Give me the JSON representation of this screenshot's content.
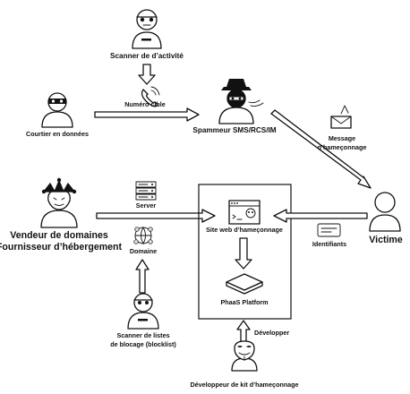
{
  "nodes": {
    "activity_scanner": "Scanner de d’activité",
    "data_broker": "Courtier en données",
    "target_number": "Numéro cible",
    "spammer": "Spammeur SMS/RCS/IM",
    "phishing_message_line1": "Message",
    "phishing_message_line2": "d’hameçonnage",
    "domain_vendor_line1": "Vendeur de domaines",
    "domain_vendor_line2": "Fournisseur d’hébergement",
    "server": "Server",
    "domain": "Domaine",
    "phishing_site": "Site web d’hameçonnage",
    "phaas_platform": "PhaaS Platform",
    "victim": "Victime",
    "credentials": "Identifiants",
    "blocklist_scanner_line1": "Scanner de listes",
    "blocklist_scanner_line2": "de blocage (blocklist)",
    "develop": "Développer",
    "kit_developer": "Développeur de kit d’hameçonnage"
  },
  "colors": {
    "stroke": "#111111",
    "background": "#ffffff",
    "accent_gray": "#d9d9d9"
  }
}
